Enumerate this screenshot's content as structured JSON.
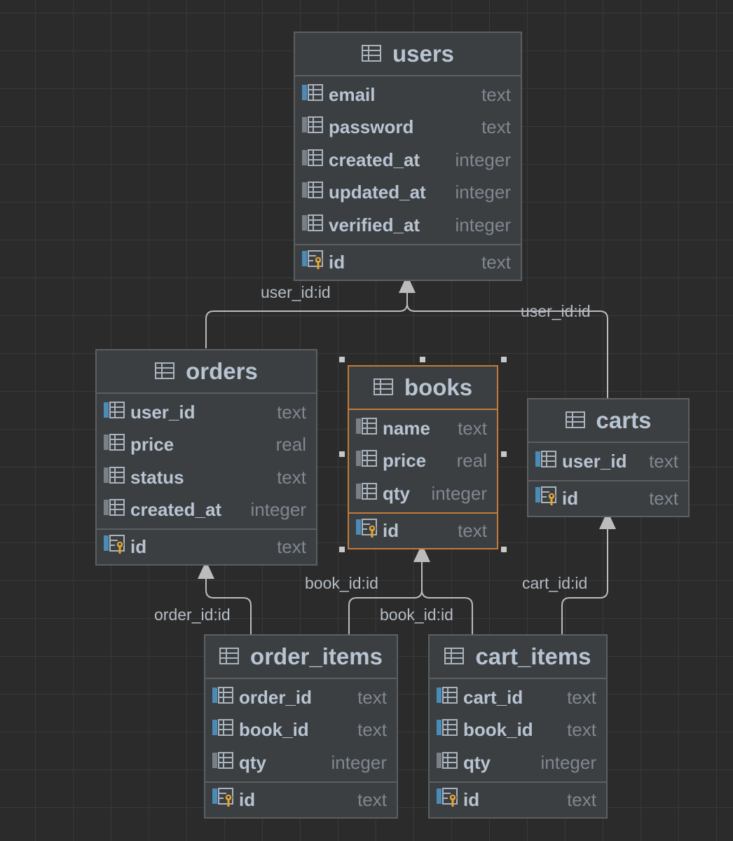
{
  "tables": {
    "users": {
      "name": "users",
      "columns": [
        {
          "name": "email",
          "type": "text",
          "fk": true
        },
        {
          "name": "password",
          "type": "text",
          "fk": false
        },
        {
          "name": "created_at",
          "type": "integer",
          "fk": false
        },
        {
          "name": "updated_at",
          "type": "integer",
          "fk": false
        },
        {
          "name": "verified_at",
          "type": "integer",
          "fk": false
        }
      ],
      "pk": {
        "name": "id",
        "type": "text"
      }
    },
    "orders": {
      "name": "orders",
      "columns": [
        {
          "name": "user_id",
          "type": "text",
          "fk": true
        },
        {
          "name": "price",
          "type": "real",
          "fk": false
        },
        {
          "name": "status",
          "type": "text",
          "fk": false
        },
        {
          "name": "created_at",
          "type": "integer",
          "fk": false
        }
      ],
      "pk": {
        "name": "id",
        "type": "text"
      }
    },
    "books": {
      "name": "books",
      "columns": [
        {
          "name": "name",
          "type": "text",
          "fk": false
        },
        {
          "name": "price",
          "type": "real",
          "fk": false
        },
        {
          "name": "qty",
          "type": "integer",
          "fk": false
        }
      ],
      "pk": {
        "name": "id",
        "type": "text"
      }
    },
    "carts": {
      "name": "carts",
      "columns": [
        {
          "name": "user_id",
          "type": "text",
          "fk": true
        }
      ],
      "pk": {
        "name": "id",
        "type": "text"
      }
    },
    "order_items": {
      "name": "order_items",
      "columns": [
        {
          "name": "order_id",
          "type": "text",
          "fk": true
        },
        {
          "name": "book_id",
          "type": "text",
          "fk": true
        },
        {
          "name": "qty",
          "type": "integer",
          "fk": false
        }
      ],
      "pk": {
        "name": "id",
        "type": "text"
      }
    },
    "cart_items": {
      "name": "cart_items",
      "columns": [
        {
          "name": "cart_id",
          "type": "text",
          "fk": true
        },
        {
          "name": "book_id",
          "type": "text",
          "fk": true
        },
        {
          "name": "qty",
          "type": "integer",
          "fk": false
        }
      ],
      "pk": {
        "name": "id",
        "type": "text"
      }
    }
  },
  "relations": {
    "orders_users": "user_id:id",
    "carts_users": "user_id:id",
    "order_items_orders": "order_id:id",
    "order_items_books": "book_id:id",
    "cart_items_books": "book_id:id",
    "cart_items_carts": "cart_id:id"
  },
  "selected_table": "books",
  "colors": {
    "background": "#2b2b2b",
    "table_bg": "#3c3f41",
    "table_border": "#5c5f61",
    "selected_border": "#c27b3a",
    "column_name": "#b8c4d2",
    "column_type": "#7f8790",
    "edge": "#bcbcbc",
    "fk_marker": "#4a8bb8",
    "key": "#e0a63a"
  }
}
